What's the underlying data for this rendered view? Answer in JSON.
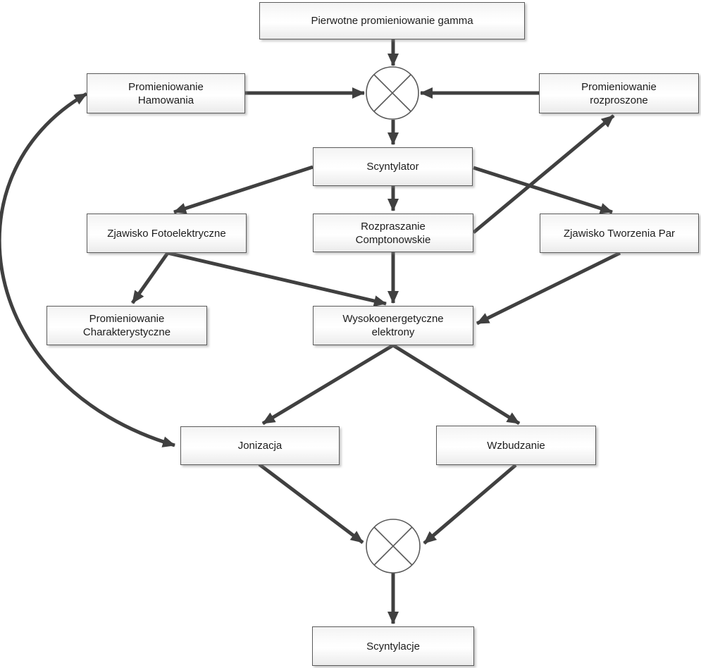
{
  "diagram": {
    "type": "flowchart",
    "language": "pl",
    "colors": {
      "background": "#ffffff",
      "arrow": "#404040",
      "node_border": "#5b5b5b",
      "node_fill_top": "#f3f3f3",
      "node_fill_bottom": "#ebebeb",
      "text": "#1c1c1c"
    },
    "nodes": {
      "pierwotne": {
        "label": "Pierwotne promieniowanie gamma"
      },
      "hamowania": {
        "label": "Promieniowanie\nHamowania"
      },
      "rozproszone": {
        "label": "Promieniowanie\nrozproszone"
      },
      "scyntylator": {
        "label": "Scyntylator"
      },
      "fotoelektryczne": {
        "label": "Zjawisko Fotoelektryczne"
      },
      "comptonowskie": {
        "label": "Rozpraszanie\nComptonowskie"
      },
      "tworzenia_par": {
        "label": "Zjawisko Tworzenia Par"
      },
      "charakterystyczne": {
        "label": "Promieniowanie\nCharakterystyczne"
      },
      "elektrony": {
        "label": "Wysokoenergetyczne\nelektrony"
      },
      "jonizacja": {
        "label": "Jonizacja"
      },
      "wzbudzanie": {
        "label": "Wzbudzanie"
      },
      "scyntylacje": {
        "label": "Scyntylacje"
      }
    },
    "junctions": [
      {
        "id": "junction-top",
        "symbol": "crossed-circle"
      },
      {
        "id": "junction-bottom",
        "symbol": "crossed-circle"
      }
    ],
    "edges": [
      {
        "from": "pierwotne",
        "to": "junction-top",
        "style": "straight"
      },
      {
        "from": "hamowania",
        "to": "junction-top",
        "style": "straight"
      },
      {
        "from": "rozproszone",
        "to": "junction-top",
        "style": "straight"
      },
      {
        "from": "junction-top",
        "to": "scyntylator",
        "style": "straight"
      },
      {
        "from": "scyntylator",
        "to": "fotoelektryczne",
        "style": "straight"
      },
      {
        "from": "scyntylator",
        "to": "comptonowskie",
        "style": "straight"
      },
      {
        "from": "scyntylator",
        "to": "tworzenia_par",
        "style": "straight"
      },
      {
        "from": "comptonowskie",
        "to": "rozproszone",
        "style": "straight"
      },
      {
        "from": "fotoelektryczne",
        "to": "charakterystyczne",
        "style": "straight"
      },
      {
        "from": "fotoelektryczne",
        "to": "elektrony",
        "style": "straight"
      },
      {
        "from": "comptonowskie",
        "to": "elektrony",
        "style": "straight"
      },
      {
        "from": "tworzenia_par",
        "to": "elektrony",
        "style": "straight"
      },
      {
        "from": "elektrony",
        "to": "jonizacja",
        "style": "straight"
      },
      {
        "from": "elektrony",
        "to": "wzbudzanie",
        "style": "straight"
      },
      {
        "from": "hamowania",
        "to": "jonizacja",
        "style": "curved",
        "bidirectional": true
      },
      {
        "from": "jonizacja",
        "to": "junction-bottom",
        "style": "straight"
      },
      {
        "from": "wzbudzanie",
        "to": "junction-bottom",
        "style": "straight"
      },
      {
        "from": "junction-bottom",
        "to": "scyntylacje",
        "style": "straight"
      }
    ]
  }
}
